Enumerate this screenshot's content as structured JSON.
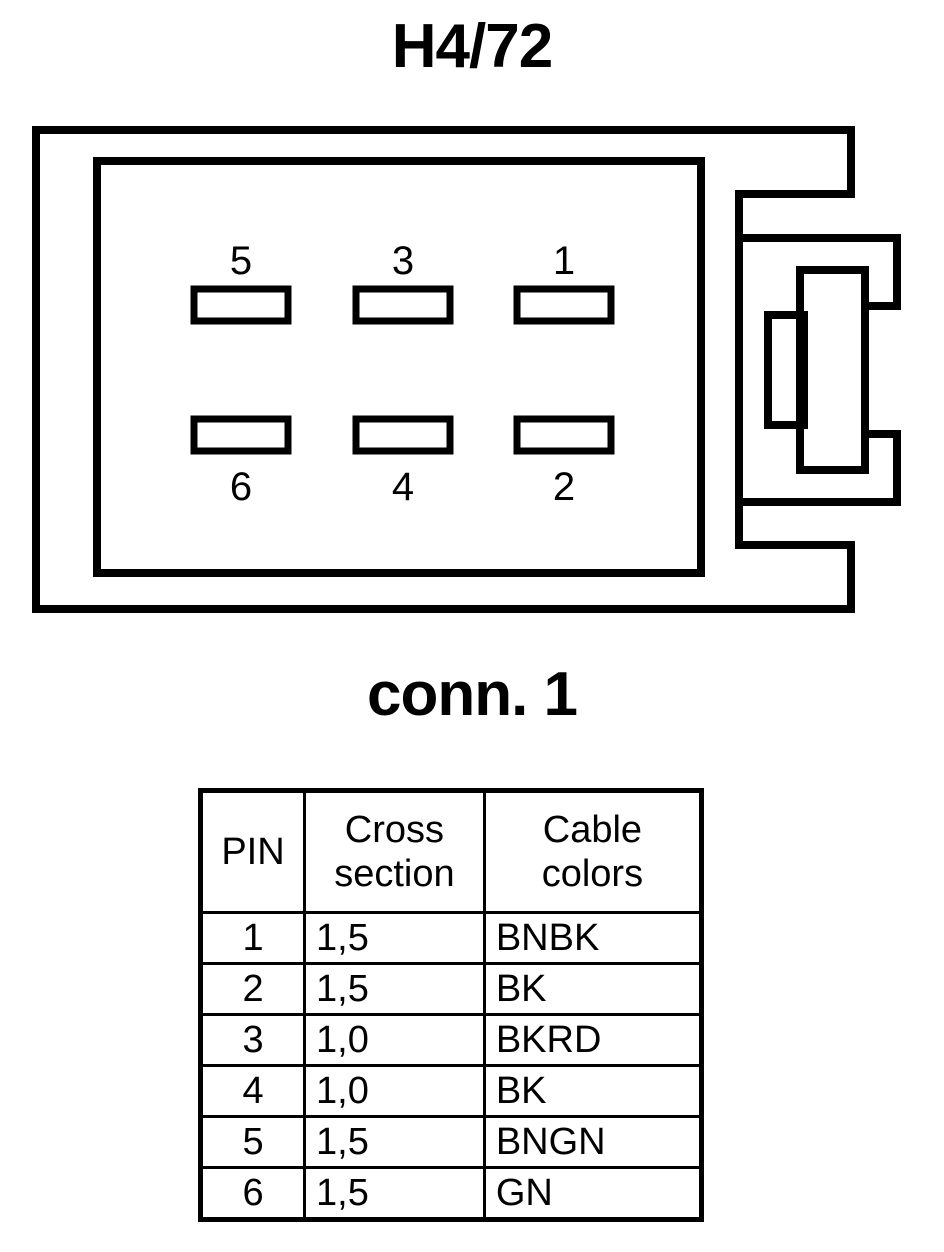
{
  "connector": {
    "title": "H4/72",
    "sub_label": "conn. 1",
    "pin_numbers_top": [
      "5",
      "3",
      "1"
    ],
    "pin_numbers_bottom": [
      "6",
      "4",
      "2"
    ],
    "stroke_color": "#000000",
    "fill_color": "#ffffff"
  },
  "table": {
    "headers": {
      "pin": "PIN",
      "cross_section": "Cross\nsection",
      "cable_colors": "Cable\ncolors"
    },
    "rows": [
      {
        "pin": "1",
        "cross_section": "1,5",
        "cable_colors": "BNBK"
      },
      {
        "pin": "2",
        "cross_section": "1,5",
        "cable_colors": "BK"
      },
      {
        "pin": "3",
        "cross_section": "1,0",
        "cable_colors": "BKRD"
      },
      {
        "pin": "4",
        "cross_section": "1,0",
        "cable_colors": "BK"
      },
      {
        "pin": "5",
        "cross_section": "1,5",
        "cable_colors": "BNGN"
      },
      {
        "pin": "6",
        "cross_section": "1,5",
        "cable_colors": "GN"
      }
    ]
  }
}
